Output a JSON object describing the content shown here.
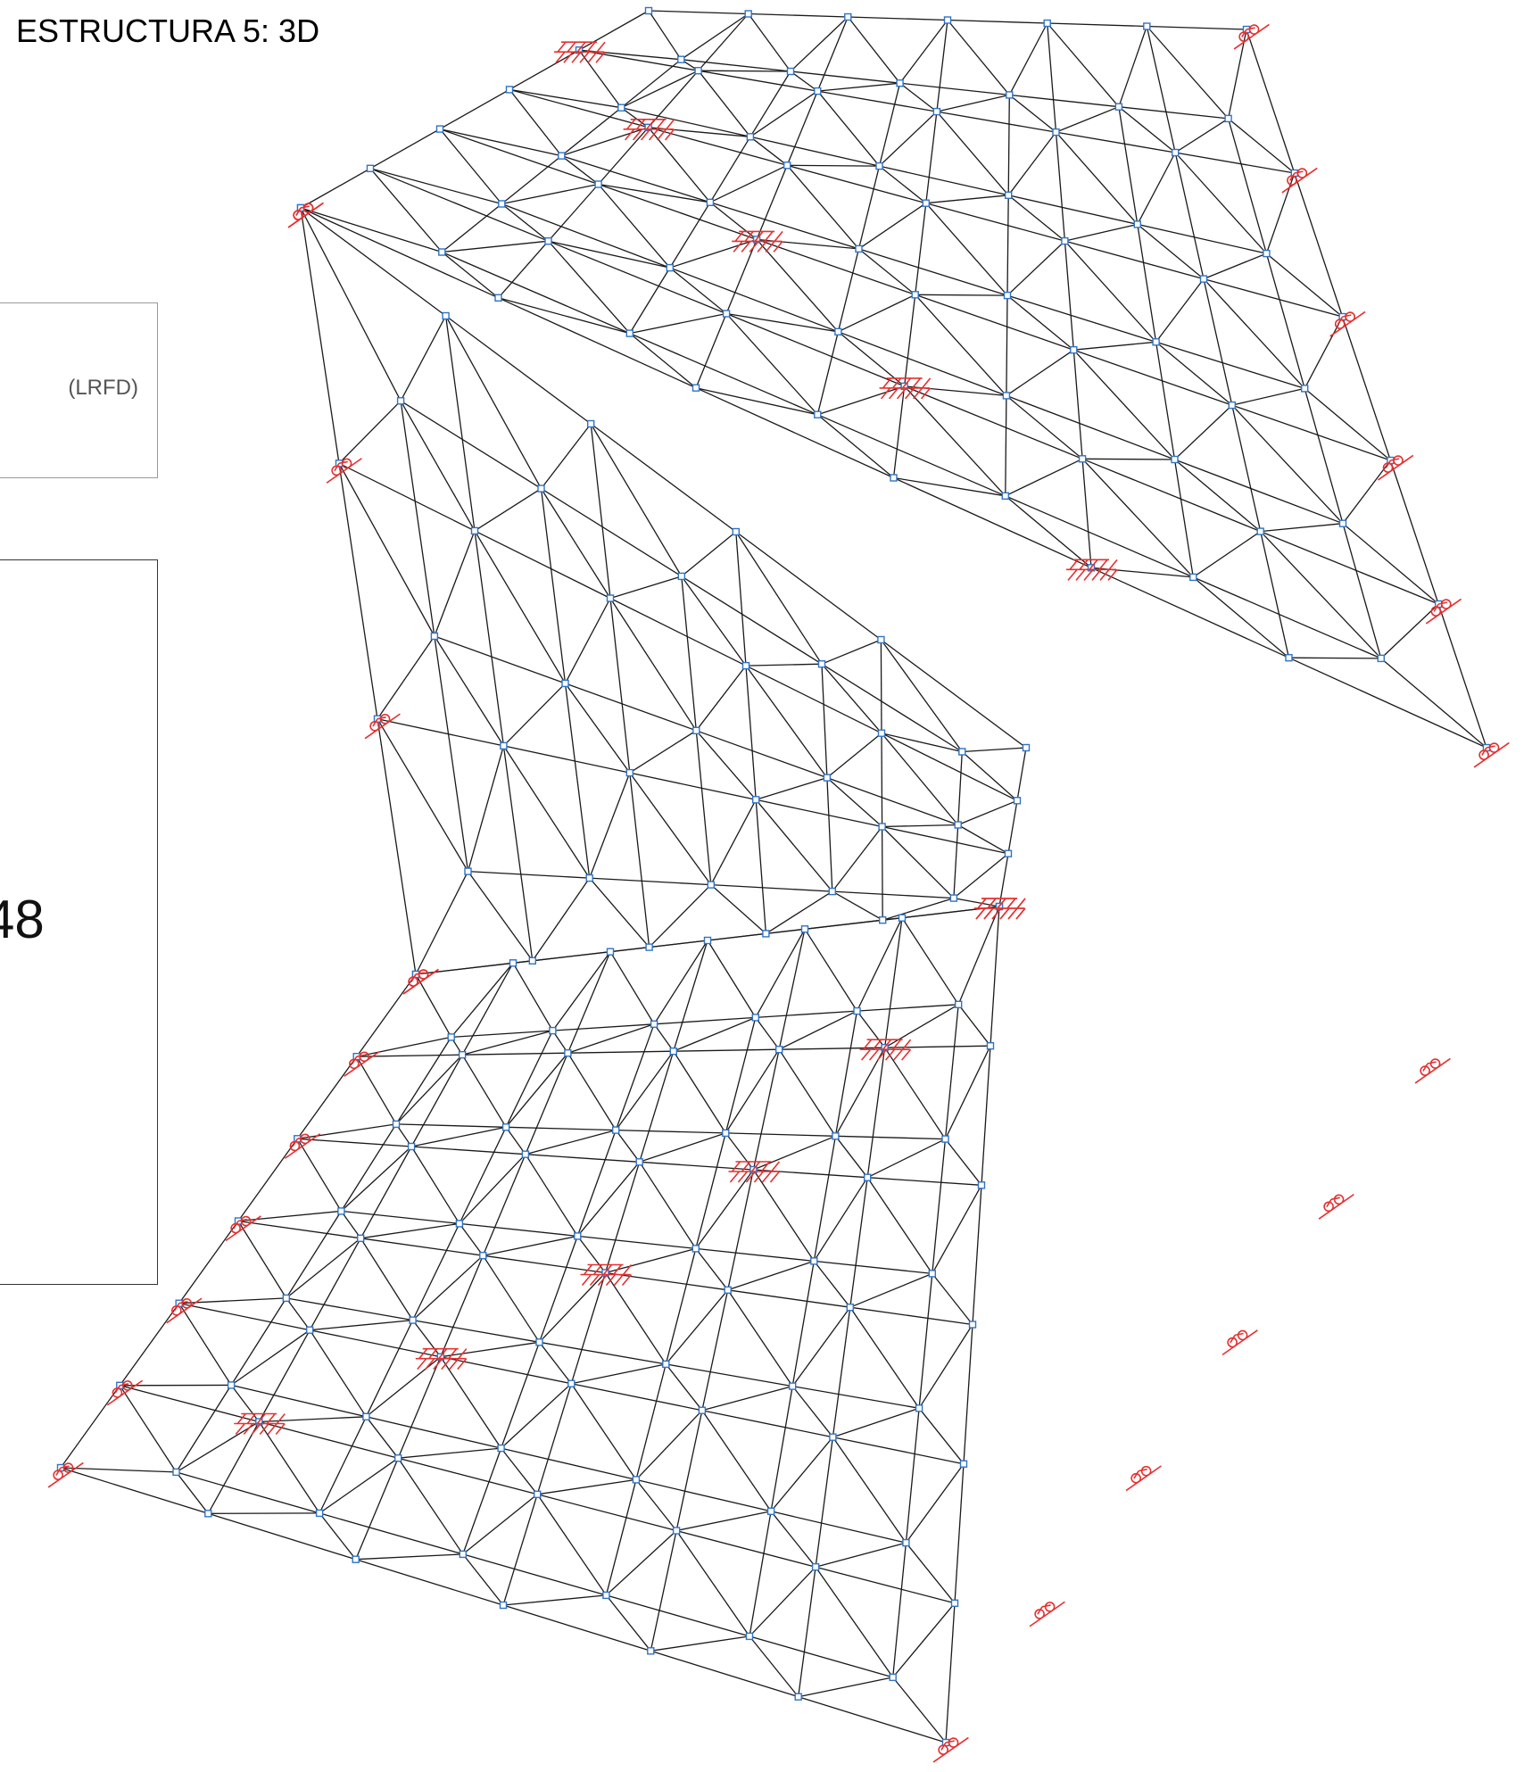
{
  "title": "ESTRUCTURA 5: 3D",
  "side_panel": {
    "top_label": "(LRFD)",
    "value_fragment": "48"
  },
  "colors": {
    "members": "#1a1a1a",
    "nodes": "#2f73c6",
    "supports": "#e53030",
    "panel_border": "#9a9a9a"
  },
  "model": {
    "view": "3D",
    "element_type": "space truss (double-layer grid)",
    "support_types": [
      "fixed-support-icon",
      "roller-support-icon"
    ]
  }
}
